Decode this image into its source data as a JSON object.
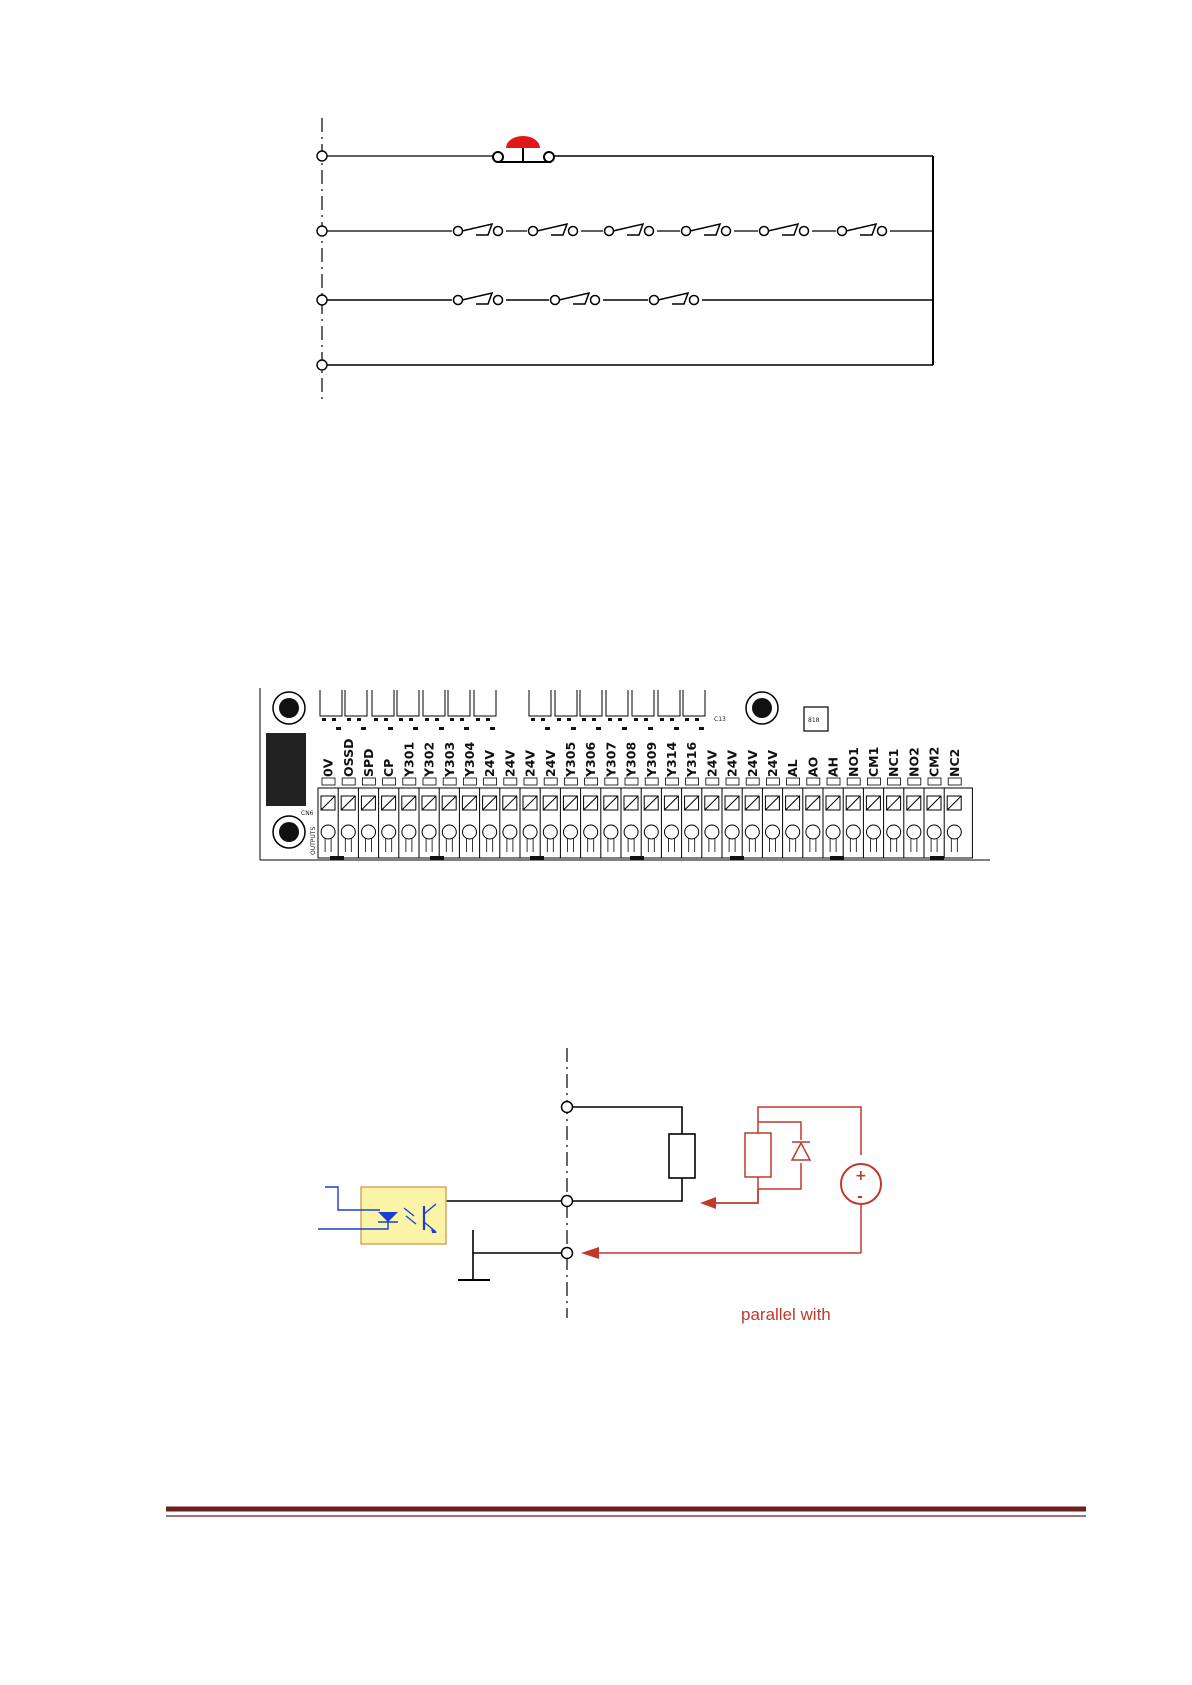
{
  "diagram_top": {
    "rows": 4,
    "stop_button": "emergency-stop",
    "row2_switch_count": 6,
    "row3_switch_count": 3
  },
  "terminal_block": {
    "connector_label": "CN6",
    "side_label": "OUTPUTS",
    "capacitor_label": "C13",
    "chip_label": "818",
    "terminals": [
      "0V",
      "OSSD",
      "SPD",
      "CP",
      "Y301",
      "Y302",
      "Y303",
      "Y304",
      "24V",
      "24V",
      "24V",
      "24V",
      "Y305",
      "Y306",
      "Y307",
      "Y308",
      "Y309",
      "Y314",
      "Y316",
      "24V",
      "24V",
      "24V",
      "24V",
      "AL",
      "AO",
      "AH",
      "NO1",
      "CM1",
      "NC1",
      "NO2",
      "CM2",
      "NC2"
    ]
  },
  "diagram_bottom": {
    "note": "parallel with",
    "colors": {
      "note": "#c0392b",
      "optocoupler": "#1a3fd6",
      "opto_fill": "#fbf3a6"
    }
  },
  "footer": {
    "rule_color": "#6b1f1f"
  }
}
